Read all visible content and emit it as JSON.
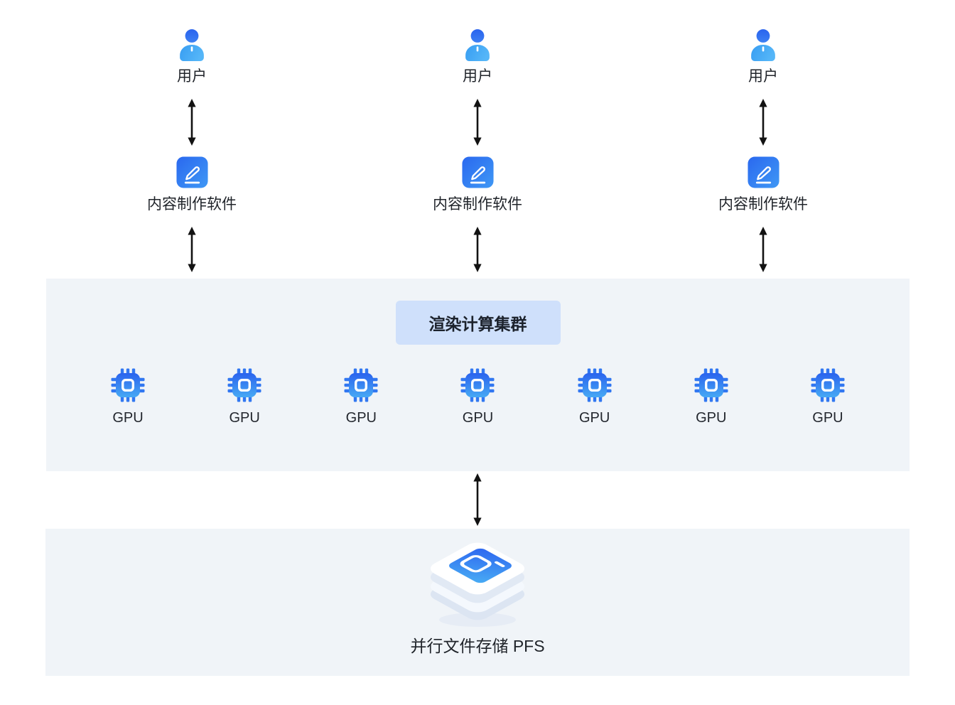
{
  "diagram": {
    "columns": [
      {
        "user_label": "用户",
        "software_label": "内容制作软件"
      },
      {
        "user_label": "用户",
        "software_label": "内容制作软件"
      },
      {
        "user_label": "用户",
        "software_label": "内容制作软件"
      }
    ],
    "cluster": {
      "title": "渲染计算集群",
      "gpus": [
        "GPU",
        "GPU",
        "GPU",
        "GPU",
        "GPU",
        "GPU",
        "GPU"
      ]
    },
    "storage": {
      "label": "并行文件存储 PFS"
    },
    "colors": {
      "panel_background": "#f0f4f8",
      "badge_background": "#cfe0fb",
      "primary_blue": "#2c69f0",
      "light_blue": "#47a9f4",
      "arrow": "#121212",
      "text": "#1f2329"
    },
    "icons": {
      "user": "user-icon",
      "software": "pencil-edit-icon",
      "gpu": "gpu-chip-icon",
      "storage": "storage-box-icon",
      "link": "double-arrow-icon"
    }
  }
}
